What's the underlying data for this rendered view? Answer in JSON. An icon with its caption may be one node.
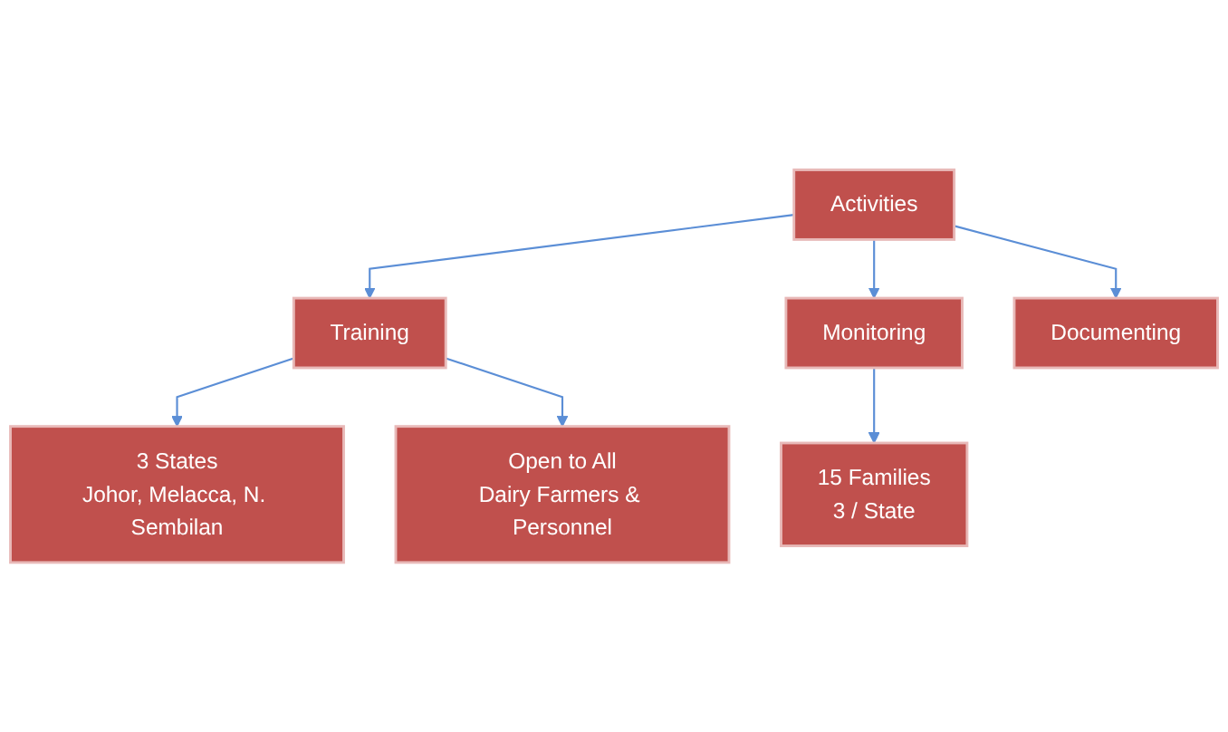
{
  "diagram": {
    "nodes": [
      {
        "text": [
          "Activities"
        ]
      },
      {
        "text": [
          "Training"
        ]
      },
      {
        "text": [
          "Monitoring"
        ]
      },
      {
        "text": [
          "Documenting"
        ]
      },
      {
        "text": [
          "3 States",
          "Johor, Melacca, N. Sembilan"
        ]
      },
      {
        "text": [
          "15 Families",
          "3 / State"
        ]
      },
      {
        "text": [
          "Open to All",
          "Dairy Farmers & Personnel"
        ]
      }
    ],
    "edges": [
      {
        "from": 0,
        "to": 1,
        "arrow": "to"
      },
      {
        "from": 0,
        "to": 2,
        "arrow": "to"
      },
      {
        "from": 0,
        "to": 3,
        "arrow": "to"
      },
      {
        "from": 1,
        "to": 4,
        "arrow": "to"
      },
      {
        "from": 1,
        "to": 6,
        "arrow": "to"
      },
      {
        "from": 2,
        "to": 5,
        "arrow": "to"
      }
    ]
  }
}
